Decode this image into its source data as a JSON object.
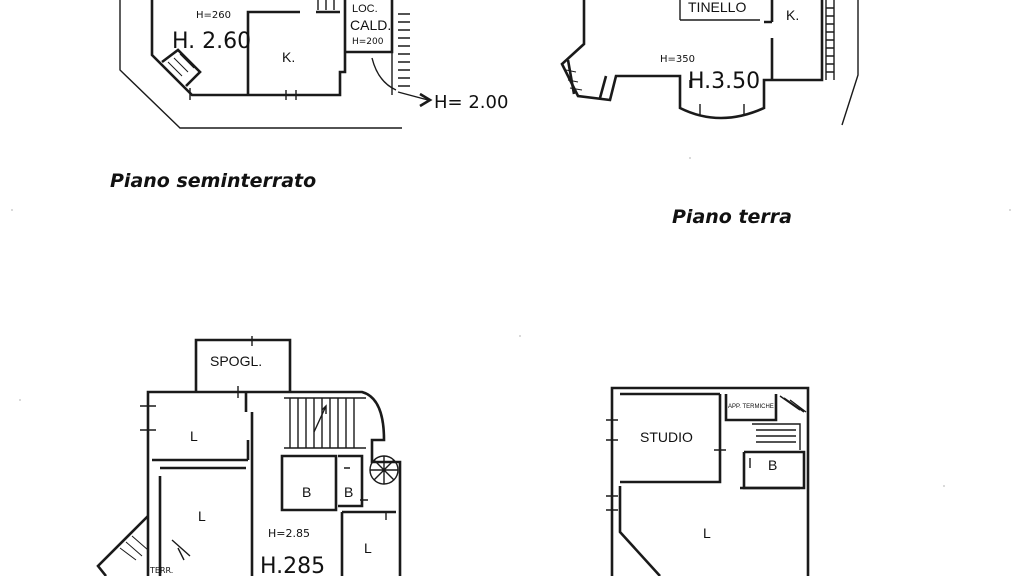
{
  "captions": {
    "basement": "Piano seminterrato",
    "ground": "Piano terra"
  },
  "basement": {
    "room_height_small": "H=260",
    "room_height": "H. 2.60",
    "kitchen": "K.",
    "boiler_room_line1": "LOC.",
    "boiler_room_line2": "CALD.",
    "boiler_room_height": "H=200",
    "stair_height": "H= 2.00"
  },
  "ground": {
    "dining": "TINELLO",
    "kitchen": "K.",
    "room_height_small": "H=350",
    "room_height": "H.3.50"
  },
  "first": {
    "closet": "SPOGL.",
    "bedroom_top": "L",
    "bedroom_main": "L",
    "bath_1": "B",
    "bath_2": "B",
    "bedroom_small": "L",
    "room_height_small": "H=2.85",
    "room_height": "H.285",
    "terrace": "TERR."
  },
  "attic": {
    "study": "STUDIO",
    "technical": "APP. TERMICHE",
    "bath": "B",
    "bedroom": "L"
  }
}
